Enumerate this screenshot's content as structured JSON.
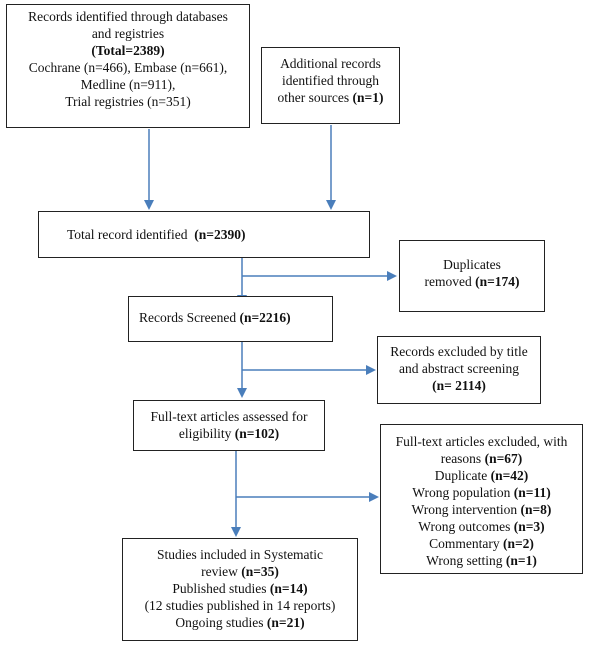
{
  "boxes": {
    "databases": {
      "line1": "Records identified through databases",
      "line2": "and registries",
      "total": "(Total=2389)",
      "line3": "Cochrane (n=466), Embase (n=661),",
      "line4": "Medline (n=911),",
      "line5": "Trial registries (n=351)"
    },
    "other_sources": {
      "line1": "Additional records",
      "line2": "identified through",
      "line3_text": "other sources ",
      "line3_bold": "(n=1)"
    },
    "total_identified": {
      "text": "Total record identified  ",
      "bold": "(n=2390)"
    },
    "duplicates": {
      "line1": "Duplicates",
      "line2_text": "removed ",
      "line2_bold": "(n=174)"
    },
    "screened": {
      "text": "Records Screened ",
      "bold": "(n=2216)"
    },
    "excluded_title": {
      "line1": "Records excluded by title",
      "line2": "and abstract screening",
      "line3_bold": "(n= 2114)"
    },
    "fulltext": {
      "line1": "Full-text articles assessed for",
      "line2_text": "eligibility ",
      "line2_bold": "(n=102)"
    },
    "fulltext_excluded": {
      "line1": "Full-text articles excluded, with",
      "line2_text": "reasons ",
      "line2_bold": "(n=67)",
      "reasons": [
        {
          "label": "Duplicate ",
          "count": "(n=42)"
        },
        {
          "label": "Wrong population ",
          "count": "(n=11)"
        },
        {
          "label": "Wrong intervention ",
          "count": "(n=8)"
        },
        {
          "label": "Wrong outcomes ",
          "count": "(n=3)"
        },
        {
          "label": "Commentary ",
          "count": "(n=2)"
        },
        {
          "label": "Wrong setting ",
          "count": "(n=1)"
        }
      ]
    },
    "included": {
      "line1": "Studies included in Systematic",
      "line2_text": "review ",
      "line2_bold": "(n=35)",
      "line3_text": "Published studies ",
      "line3_bold": "(n=14)",
      "line4": "(12 studies published in 14 reports)",
      "line5_text": "Ongoing studies ",
      "line5_bold": "(n=21)"
    }
  },
  "colors": {
    "arrow": "#4a7ebb",
    "border": "#222222"
  }
}
